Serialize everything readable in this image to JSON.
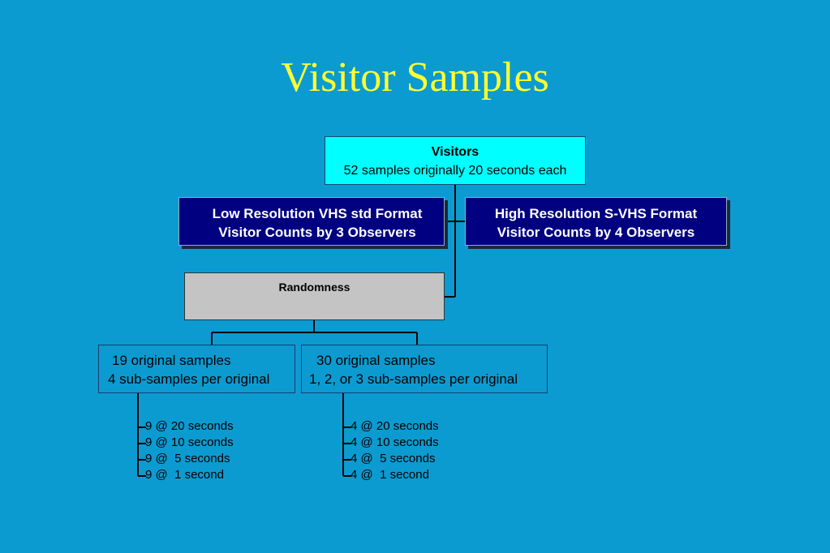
{
  "title": "Visitor Samples",
  "visitors": {
    "heading": "Visitors",
    "subtext": "52 samples originally 20 seconds each"
  },
  "low_res": {
    "line1": "Low Resolution VHS std Format",
    "line2": "Visitor Counts by 3 Observers"
  },
  "high_res": {
    "line1": "High Resolution S-VHS Format",
    "line2": "Visitor Counts by 4 Observers"
  },
  "randomness": {
    "label": "Randomness"
  },
  "samples": {
    "left": {
      "line1": "19 original samples",
      "line2": "4 sub-samples per original",
      "items": [
        "9 @ 20 seconds",
        "9 @ 10 seconds",
        "9 @  5 seconds",
        "9 @  1 second"
      ]
    },
    "right": {
      "line1": "30 original samples",
      "line2": "1, 2, or 3 sub-samples per original",
      "items": [
        "4 @ 20 seconds",
        "4 @ 10 seconds",
        "4 @  5 seconds",
        "4 @  1 second"
      ]
    }
  },
  "colors": {
    "background": "#0b9bd1",
    "title": "#ffff33",
    "visitors_box": "#00ffff",
    "resolution_boxes": "#000080",
    "randomness_box": "#c4c4c4"
  }
}
